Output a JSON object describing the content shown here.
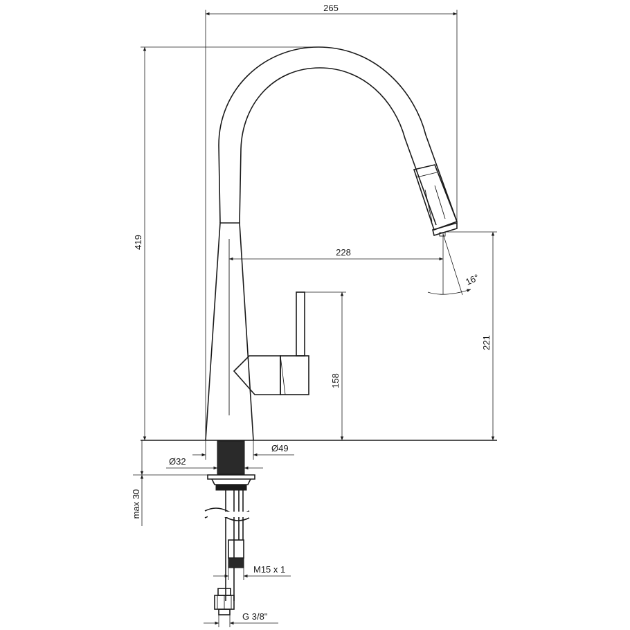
{
  "diagram": {
    "dimensions": {
      "total_width": "265",
      "total_height": "419",
      "spout_reach": "228",
      "spout_height": "221",
      "lever_height": "158",
      "angle": "16°",
      "base_diameter": "Ø49",
      "shank_diameter": "Ø32",
      "max_thickness": "max 30",
      "hose_thread": "M15 x 1",
      "connection_thread": "G 3/8\""
    }
  }
}
